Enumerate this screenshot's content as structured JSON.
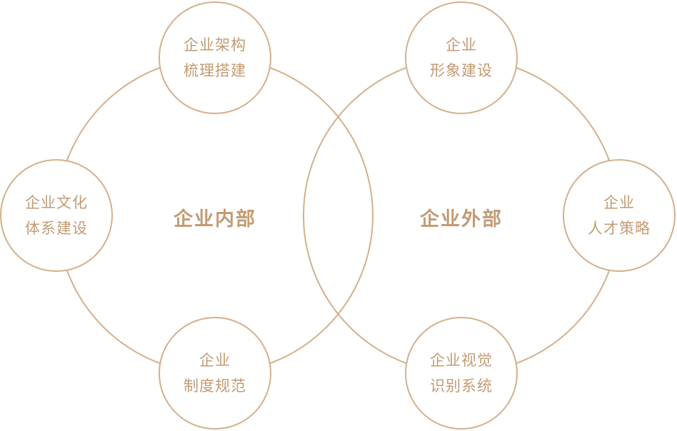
{
  "accent_color": "#D3B08C",
  "text_color": "#C29B74",
  "internal": {
    "title": "企业内部",
    "nodes": {
      "top": [
        "企业架构",
        "梳理搭建"
      ],
      "left": [
        "企业文化",
        "体系建设"
      ],
      "bottom": [
        "企业",
        "制度规范"
      ]
    }
  },
  "external": {
    "title": "企业外部",
    "nodes": {
      "top": [
        "企业",
        "形象建设"
      ],
      "right": [
        "企业",
        "人才策略"
      ],
      "bottom": [
        "企业视觉",
        "识别系统"
      ]
    }
  }
}
